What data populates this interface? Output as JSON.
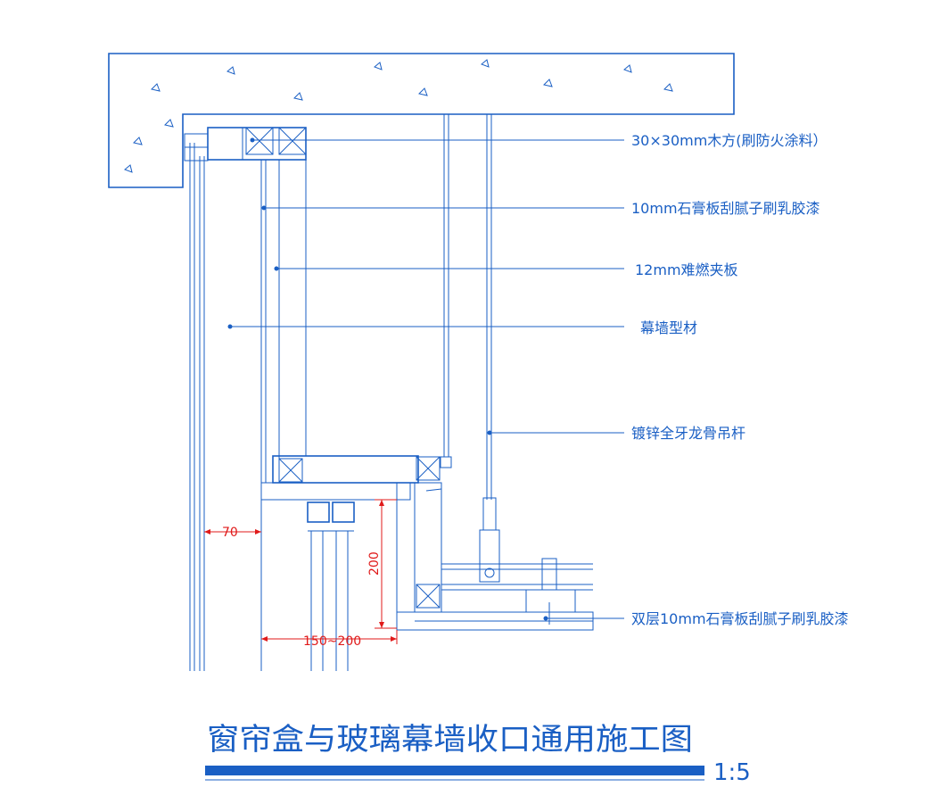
{
  "drawing": {
    "title": "窗帘盒与玻璃幕墙收口通用施工图",
    "scale": "1:5",
    "colors": {
      "line": "#1a5fc4",
      "dimension": "#e01a1a",
      "title_bar": "#1a5fc4"
    },
    "callouts": [
      {
        "id": "wood-batten",
        "text": "30×30mm木方(刷防火涂料）"
      },
      {
        "id": "gypsum-board",
        "text": "10mm石膏板刮腻子刷乳胶漆"
      },
      {
        "id": "fire-board",
        "text": "12mm难燃夹板"
      },
      {
        "id": "curtain-wall-profile",
        "text": "幕墙型材"
      },
      {
        "id": "hanger-rod",
        "text": "镀锌全牙龙骨吊杆"
      },
      {
        "id": "double-gypsum",
        "text": "双层10mm石膏板刮腻子刷乳胶漆"
      }
    ],
    "dimensions": [
      {
        "id": "gap",
        "text": "70"
      },
      {
        "id": "height",
        "text": "200"
      },
      {
        "id": "width",
        "text": "150~200"
      }
    ]
  }
}
